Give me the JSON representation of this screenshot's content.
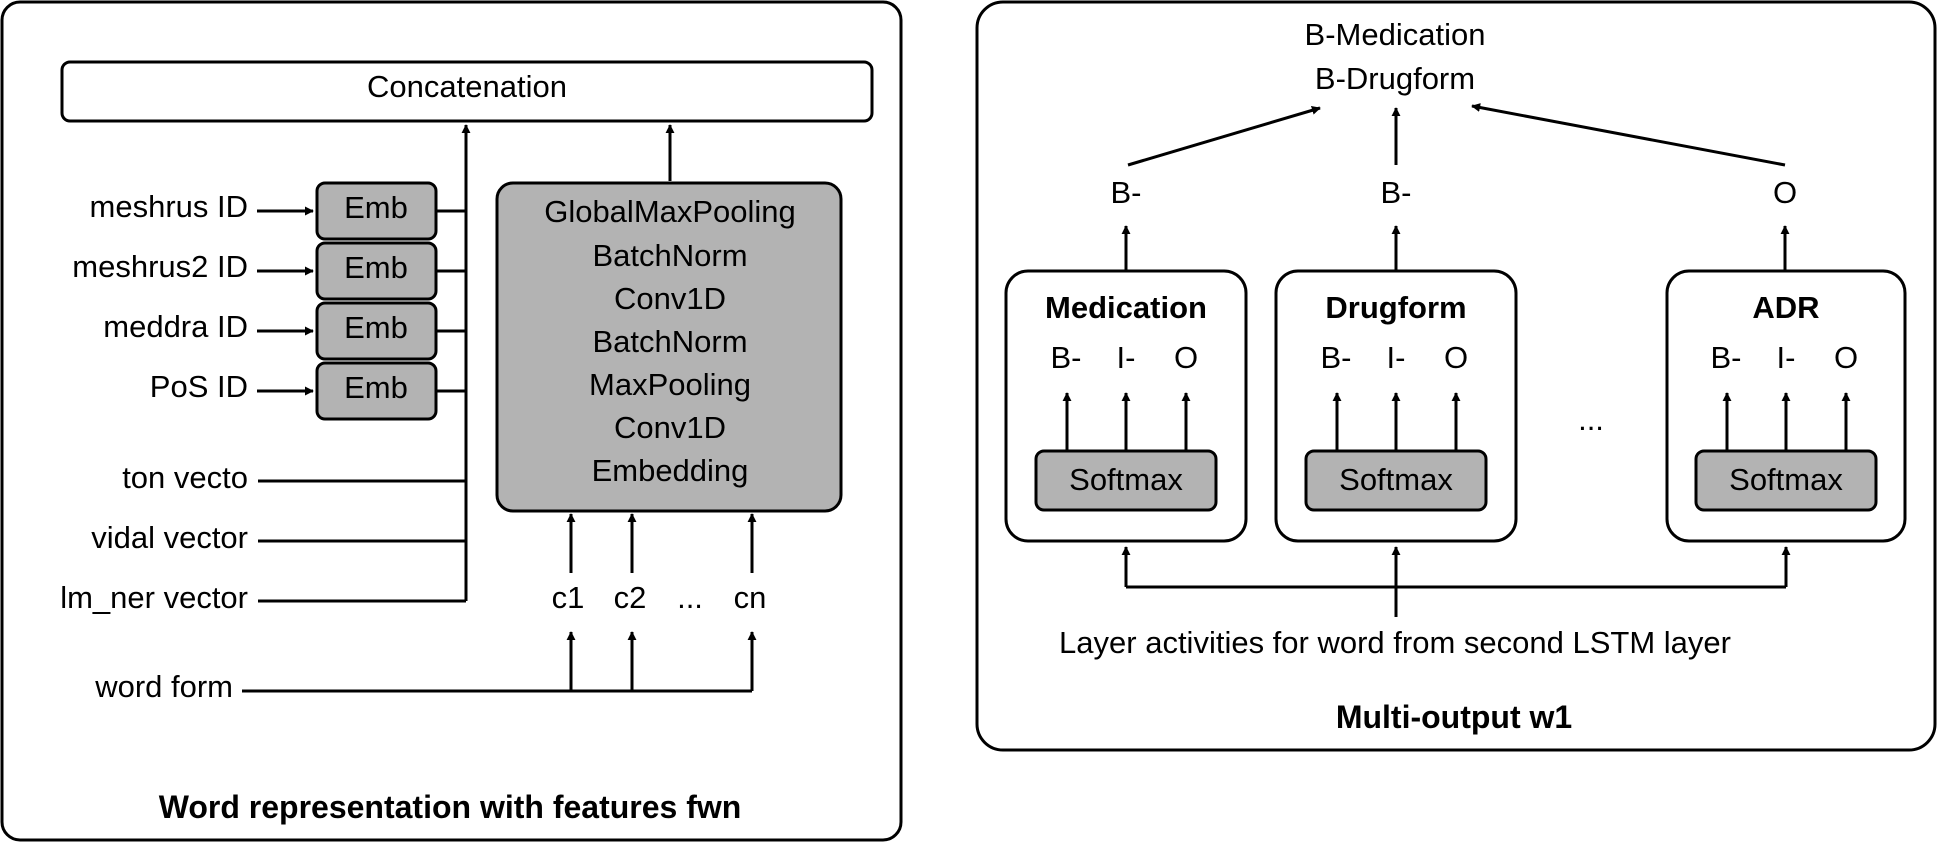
{
  "left_panel": {
    "title": "Word representation with features fwn",
    "concatenation_label": "Concatenation",
    "emb_label": "Emb",
    "id_inputs": [
      "meshrus ID",
      "meshrus2 ID",
      "meddra ID",
      "PoS ID"
    ],
    "vector_inputs": [
      "ton vecto",
      "vidal vector",
      "lm_ner vector"
    ],
    "word_form_label": "word form",
    "cnn_layers": [
      "GlobalMaxPooling",
      "BatchNorm",
      "Conv1D",
      "BatchNorm",
      "MaxPooling",
      "Conv1D",
      "Embedding"
    ],
    "char_inputs": [
      "c1",
      "c2",
      "...",
      "cn"
    ]
  },
  "right_panel": {
    "title": "Multi-output w1",
    "output_lines": [
      "B-Medication",
      "B-Drugform"
    ],
    "softmax_label": "Softmax",
    "bio_tags": [
      "B-",
      "I-",
      "O"
    ],
    "ellipsis": "...",
    "input_label": "Layer activities for word from second LSTM layer",
    "heads": [
      {
        "name": "Medication",
        "output": "B-"
      },
      {
        "name": "Drugform",
        "output": "B-"
      },
      {
        "name": "ADR",
        "output": "O"
      }
    ]
  }
}
